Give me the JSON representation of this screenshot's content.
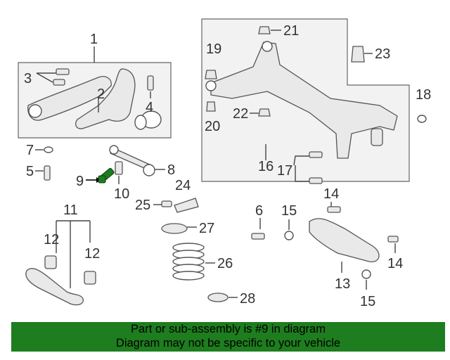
{
  "callouts": {
    "n1": "1",
    "n2": "2",
    "n3": "3",
    "n4": "4",
    "n5": "5",
    "n6": "6",
    "n7": "7",
    "n8": "8",
    "n9": "9",
    "n10": "10",
    "n11": "11",
    "n12a": "12",
    "n12b": "12",
    "n13": "13",
    "n14a": "14",
    "n14b": "14",
    "n15a": "15",
    "n15b": "15",
    "n16": "16",
    "n17": "17",
    "n18": "18",
    "n19": "19",
    "n20": "20",
    "n21": "21",
    "n22": "22",
    "n23": "23",
    "n24": "24",
    "n25": "25",
    "n26": "26",
    "n27": "27",
    "n28": "28"
  },
  "highlight_color": "#1e7d1e",
  "banner": {
    "line1": "Part or sub-assembly is #9 in diagram",
    "line2": "Diagram may not be specific to your vehicle"
  }
}
